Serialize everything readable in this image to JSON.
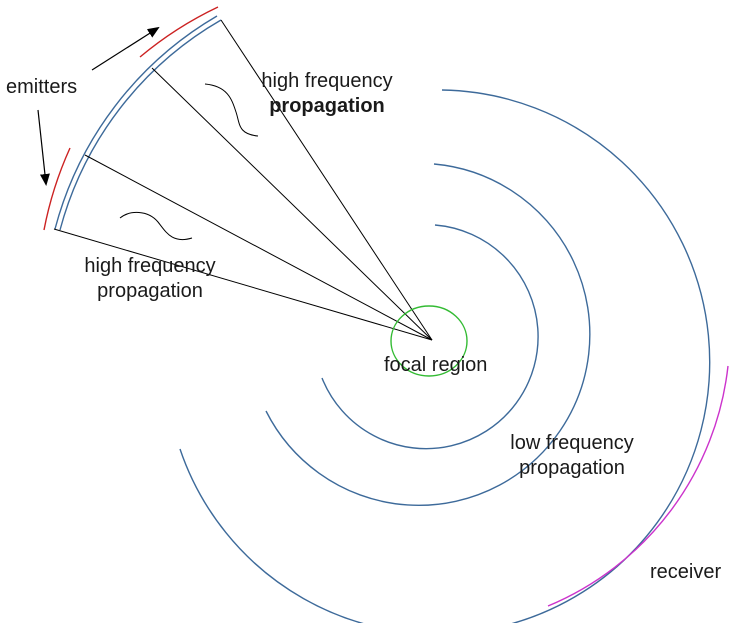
{
  "labels": {
    "emitters": "emitters",
    "high_frequency_top_line1": "high frequency",
    "high_frequency_top_line2": "propagation",
    "high_frequency_left_line1": "high frequency",
    "high_frequency_left_line2": "propagation",
    "focal_region": "focal region",
    "low_frequency_line1": "low frequency",
    "low_frequency_line2": "propagation",
    "receiver": "receiver"
  },
  "colors": {
    "wavefront": "#3d6a9a",
    "emitter": "#cc2222",
    "receiver": "#cc33cc",
    "focal": "#33bb33",
    "ray": "#000000"
  }
}
